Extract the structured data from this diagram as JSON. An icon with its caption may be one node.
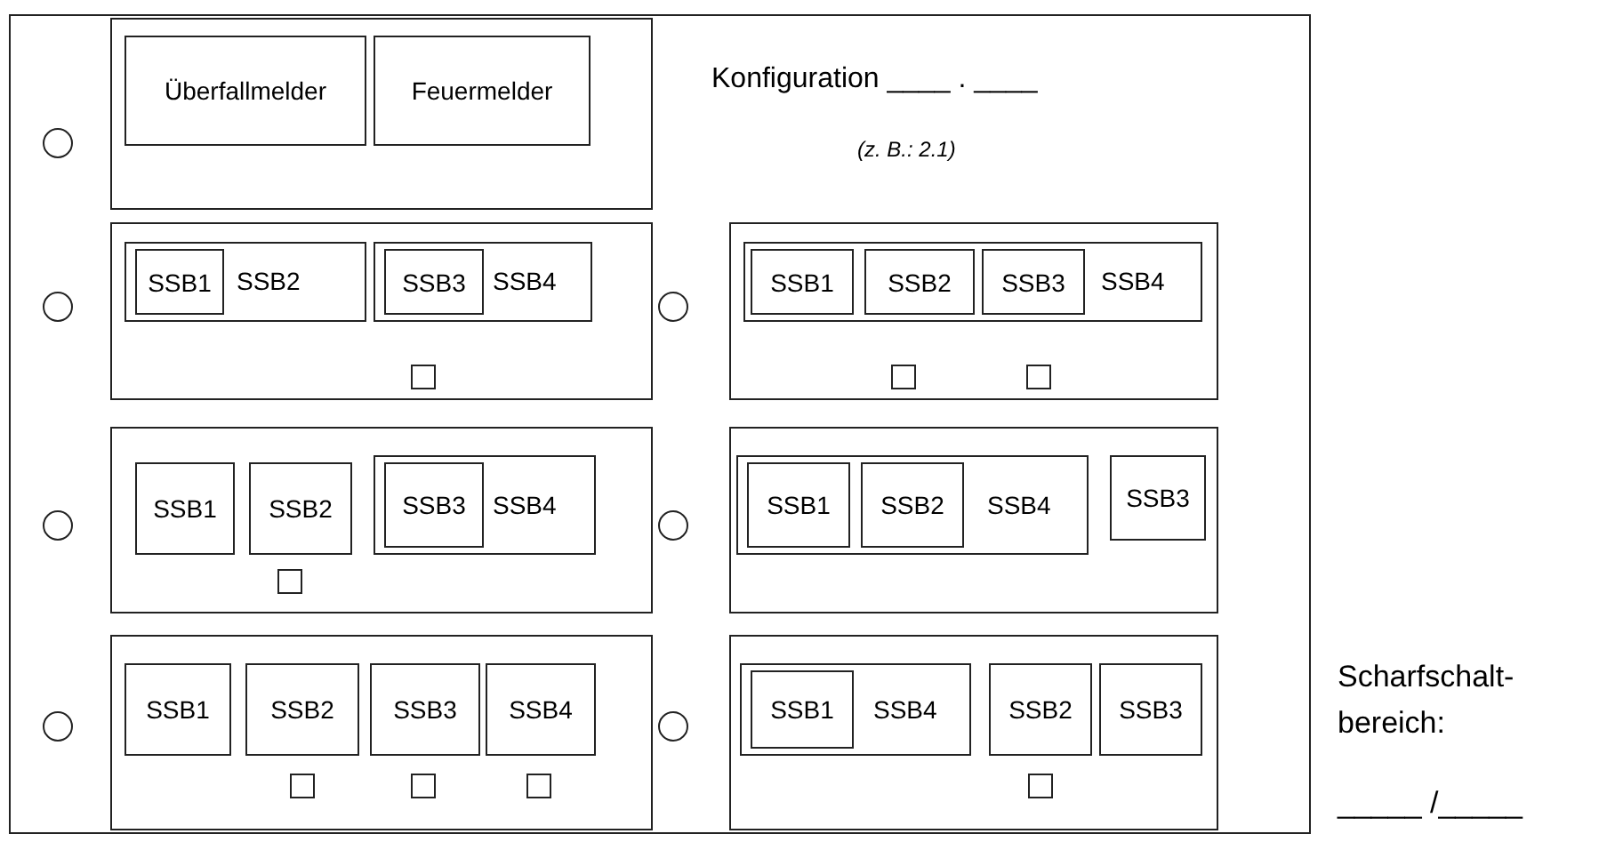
{
  "diagram": {
    "nodes": [
      {
        "text": [],
        "shape": "box"
      },
      {
        "text": [],
        "shape": "circle",
        "in": 0
      },
      {
        "text": [],
        "shape": "box",
        "in": 0
      },
      {
        "text": [
          "Überfallmelder"
        ],
        "in": 2
      },
      {
        "text": [
          "Feuermelder"
        ],
        "in": 2
      },
      {
        "text": [],
        "shape": "circle",
        "in": 0
      },
      {
        "text": [],
        "shape": "box",
        "in": 0
      },
      {
        "text": [
          "SSB2"
        ],
        "in": 6
      },
      {
        "text": [
          "SSB1"
        ],
        "in": 7
      },
      {
        "text": [
          "SSB4"
        ],
        "in": 6
      },
      {
        "text": [
          "SSB3"
        ],
        "in": 9
      },
      {
        "text": [],
        "shape": "box",
        "in": 6
      },
      {
        "text": [],
        "shape": "circle",
        "in": 0
      },
      {
        "text": [],
        "shape": "box",
        "in": 0
      },
      {
        "text": [
          "SSB4"
        ],
        "in": 13
      },
      {
        "text": [
          "SSB1"
        ],
        "in": 14
      },
      {
        "text": [
          "SSB2"
        ],
        "in": 14
      },
      {
        "text": [
          "SSB3"
        ],
        "in": 14
      },
      {
        "text": [],
        "shape": "box",
        "in": 13
      },
      {
        "text": [],
        "shape": "box",
        "in": 13
      },
      {
        "text": [],
        "shape": "circle",
        "in": 0
      },
      {
        "text": [],
        "shape": "box",
        "in": 0
      },
      {
        "text": [
          "SSB1"
        ],
        "in": 21
      },
      {
        "text": [
          "SSB2"
        ],
        "in": 21
      },
      {
        "text": [
          "SSB4"
        ],
        "in": 21
      },
      {
        "text": [
          "SSB3"
        ],
        "in": 24
      },
      {
        "text": [],
        "shape": "box",
        "in": 21
      },
      {
        "text": [],
        "shape": "circle",
        "in": 0
      },
      {
        "text": [],
        "shape": "box",
        "in": 0
      },
      {
        "text": [
          "SSB4"
        ],
        "in": 28
      },
      {
        "text": [
          "SSB1"
        ],
        "in": 29
      },
      {
        "text": [
          "SSB2"
        ],
        "in": 29
      },
      {
        "text": [
          "SSB3"
        ],
        "in": 28
      },
      {
        "text": [],
        "shape": "circle",
        "in": 0
      },
      {
        "text": [],
        "shape": "box",
        "in": 0
      },
      {
        "text": [
          "SSB1"
        ],
        "in": 34
      },
      {
        "text": [
          "SSB2"
        ],
        "in": 34
      },
      {
        "text": [
          "SSB3"
        ],
        "in": 34
      },
      {
        "text": [
          "SSB4"
        ],
        "in": 34
      },
      {
        "text": [],
        "shape": "box",
        "in": 34
      },
      {
        "text": [],
        "shape": "box",
        "in": 34
      },
      {
        "text": [],
        "shape": "box",
        "in": 34
      },
      {
        "text": [],
        "shape": "circle",
        "in": 0
      },
      {
        "text": [],
        "shape": "box",
        "in": 0
      },
      {
        "text": [
          "SSB4"
        ],
        "in": 43
      },
      {
        "text": [
          "SSB1"
        ],
        "in": 44
      },
      {
        "text": [
          "SSB2"
        ],
        "in": 43
      },
      {
        "text": [
          "SSB3"
        ],
        "in": 43
      },
      {
        "text": [],
        "shape": "box",
        "in": 43
      }
    ],
    "labels": [
      "Konfiguration ____ . ____",
      "(z. B.: 2.1)",
      "Scharfschalt- bereich:",
      "_____ /_____"
    ]
  }
}
